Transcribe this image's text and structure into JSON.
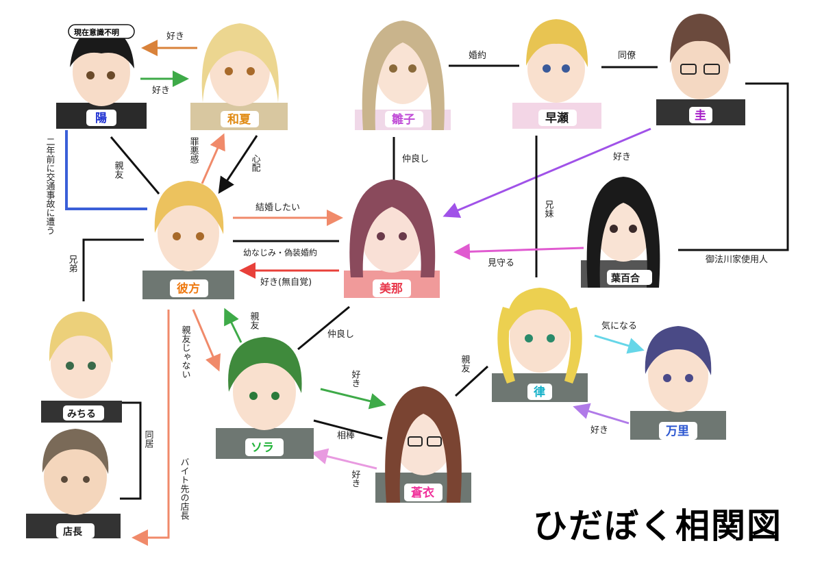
{
  "title": "ひだぼく相関図",
  "characters": {
    "haru": {
      "name": "陽",
      "color": "#1c2fd1",
      "badge": "現在意識不明",
      "hair": "#1a1a1a",
      "shirt": "#2a2a2a"
    },
    "waka": {
      "name": "和夏",
      "color": "#e08a12",
      "hair": "#ecd690",
      "shirt": "#d8c7a0"
    },
    "hinako": {
      "name": "雛子",
      "color": "#c04bd6",
      "hair": "#c9b48c",
      "shirt": "#f0d8e8"
    },
    "hayase": {
      "name": "早瀬",
      "color": "#1a1a1a",
      "hair": "#e8c452",
      "shirt": "#f3d6e6"
    },
    "kei": {
      "name": "圭",
      "color": "#a51cc7",
      "hair": "#6b4a3d",
      "shirt": "#333333"
    },
    "kanata": {
      "name": "彼方",
      "color": "#ee7a12",
      "hair": "#ecc25e",
      "shirt": "#6e7772"
    },
    "mina": {
      "name": "美那",
      "color": "#e8364a",
      "hair": "#8a4a5c",
      "shirt": "#f09a9a"
    },
    "sayuri": {
      "name": "葉百合",
      "color": "#1a1a1a",
      "hair": "#1a1a1a",
      "shirt": "#555555"
    },
    "michiru": {
      "name": "みちる",
      "color": "#1a1a1a",
      "hair": "#ecd07a",
      "shirt": "#333333"
    },
    "sora": {
      "name": "ソラ",
      "color": "#22b33a",
      "hair": "#3f8a3c",
      "shirt": "#6e7772"
    },
    "ritsu": {
      "name": "律",
      "color": "#14b0c8",
      "hair": "#ecd050",
      "shirt": "#6e7772"
    },
    "mari": {
      "name": "万里",
      "color": "#2a55d0",
      "hair": "#4a4a86",
      "shirt": "#6e7772"
    },
    "aoi": {
      "name": "蒼衣",
      "color": "#f0309a",
      "hair": "#7a4432",
      "shirt": "#6e7772"
    },
    "tencho": {
      "name": "店長",
      "color": "#1a1a1a",
      "hair": "#7a6a58",
      "shirt": "#333333"
    }
  },
  "relations": {
    "haru_waka": "好き",
    "waka_haru": "好き",
    "hinako_hayase": "婚約",
    "hayase_kei": "同僚",
    "haru_accident": "二年前に交通事故に遭う",
    "haru_kanata": "親友",
    "kanata_waka": "罪悪感",
    "waka_kanata": "心配",
    "hinako_mina": "仲良し",
    "kei_mina": "好き",
    "hayase_sayuri": "兄妹",
    "kei_sayuri": "御法川家使用人",
    "kanata_mina_marry": "結婚したい",
    "kanata_mina_fake": "幼なじみ・偽装婚約",
    "mina_kanata": "好き(無自覚)",
    "sayuri_mina": "見守る",
    "kanata_michiru": "兄弟",
    "sora_kanata": "親友",
    "kanata_sora": "親友じゃない",
    "mina_sora": "仲良し",
    "ritsu_mari": "気になる",
    "aoi_ritsu": "親友",
    "sora_aoi": "好き",
    "sora_aoi_partner": "相棒",
    "aoi_sora": "好き",
    "mari_ritsu": "好き",
    "michiru_tencho": "同居",
    "kanata_tencho": "バイト先の店長"
  },
  "colors": {
    "orange": "#d9823a",
    "green": "#3eaa48",
    "blue": "#3a5fd8",
    "salmon": "#f08a6a",
    "black": "#111111",
    "purple": "#a052e8",
    "magenta": "#e05ad0",
    "red": "#e8403a",
    "cyan": "#66d6e8",
    "lavender": "#b07ae8",
    "pink": "#e89ae0"
  }
}
